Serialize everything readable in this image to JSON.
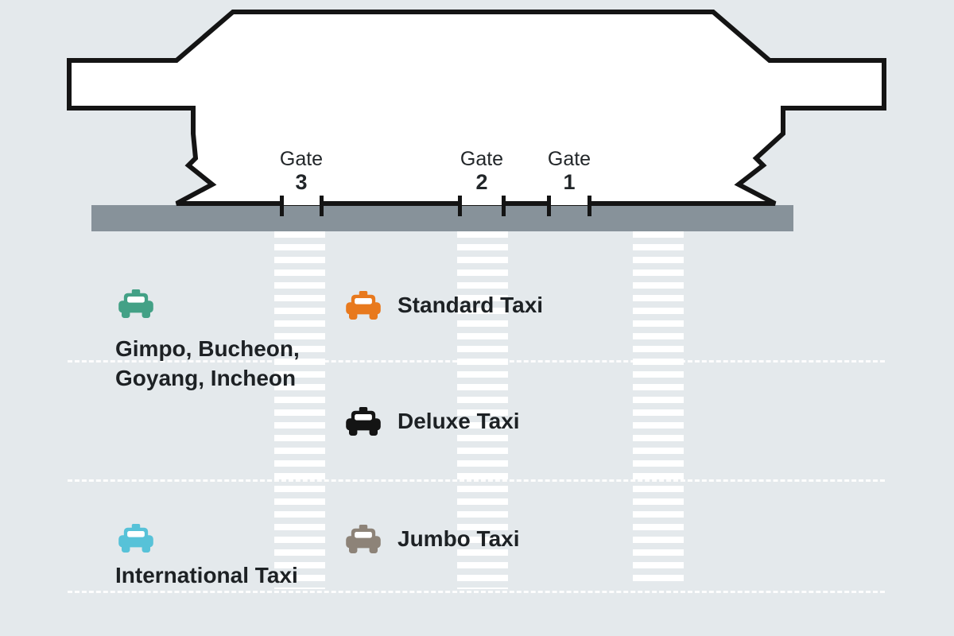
{
  "colors": {
    "background": "#e4e9ec",
    "terminal_fill": "#ffffff",
    "terminal_outline": "#141414",
    "curb": "#87929a",
    "crosswalk_stripe": "#ffffff",
    "text": "#1d2124"
  },
  "gates": [
    {
      "word": "Gate",
      "number": "3"
    },
    {
      "word": "Gate",
      "number": "2"
    },
    {
      "word": "Gate",
      "number": "1"
    }
  ],
  "legend": {
    "gimpo_group": {
      "icon": "taxi-icon",
      "color": "#43a186",
      "line1": "Gimpo, Bucheon,",
      "line2": "Goyang, Incheon"
    },
    "international": {
      "icon": "taxi-icon",
      "color": "#57c2d8",
      "label": "International Taxi"
    },
    "standard": {
      "icon": "taxi-icon",
      "color": "#e8791d",
      "label": "Standard Taxi"
    },
    "deluxe": {
      "icon": "taxi-icon",
      "color": "#141414",
      "label": "Deluxe Taxi"
    },
    "jumbo": {
      "icon": "taxi-icon",
      "color": "#8d8378",
      "label": "Jumbo Taxi"
    }
  }
}
